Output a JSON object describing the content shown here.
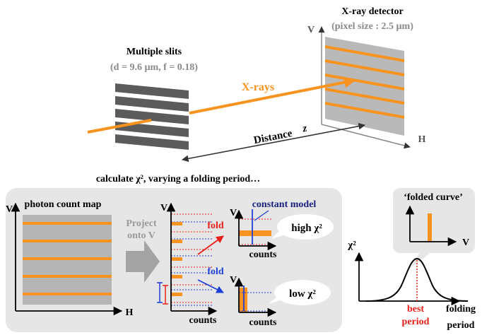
{
  "top": {
    "slits_title": "Multiple slits",
    "slits_params": "(d = 9.6 µm,  f = 0.18)",
    "detector_title": "X-ray detector",
    "detector_params": "(pixel size : 2.5 µm)",
    "beam_label": "X-rays",
    "distance_label": "Distance",
    "distance_symbol": "z",
    "axis_v": "V",
    "axis_h": "H"
  },
  "caption": "calculate χ², varying a folding period…",
  "panel": {
    "map_title": "photon count map",
    "axis_v": "V",
    "axis_h": "H",
    "project_line1": "Project",
    "project_line2": "onto V",
    "profile_axis_v": "V",
    "profile_axis_counts": "counts",
    "fold_top": "fold",
    "fold_bottom": "fold",
    "constant_model": "constant model",
    "high_chi": "high χ²",
    "low_chi": "low χ²",
    "small_axis_v": "V",
    "small_axis_counts": "counts"
  },
  "right": {
    "folded_curve": "‘folded curve’",
    "folded_axis_v": "V",
    "chi_axis": "χ²",
    "best_line1": "best",
    "best_line2": "period",
    "folding_line1": "folding",
    "folding_line2": "period"
  },
  "colors": {
    "orange": "#F7931E",
    "red": "#E8201A",
    "blue": "#1E3FD8",
    "navy": "#1A237E",
    "gray_panel": "#E6E6E6",
    "dark_gray": "#595959"
  }
}
